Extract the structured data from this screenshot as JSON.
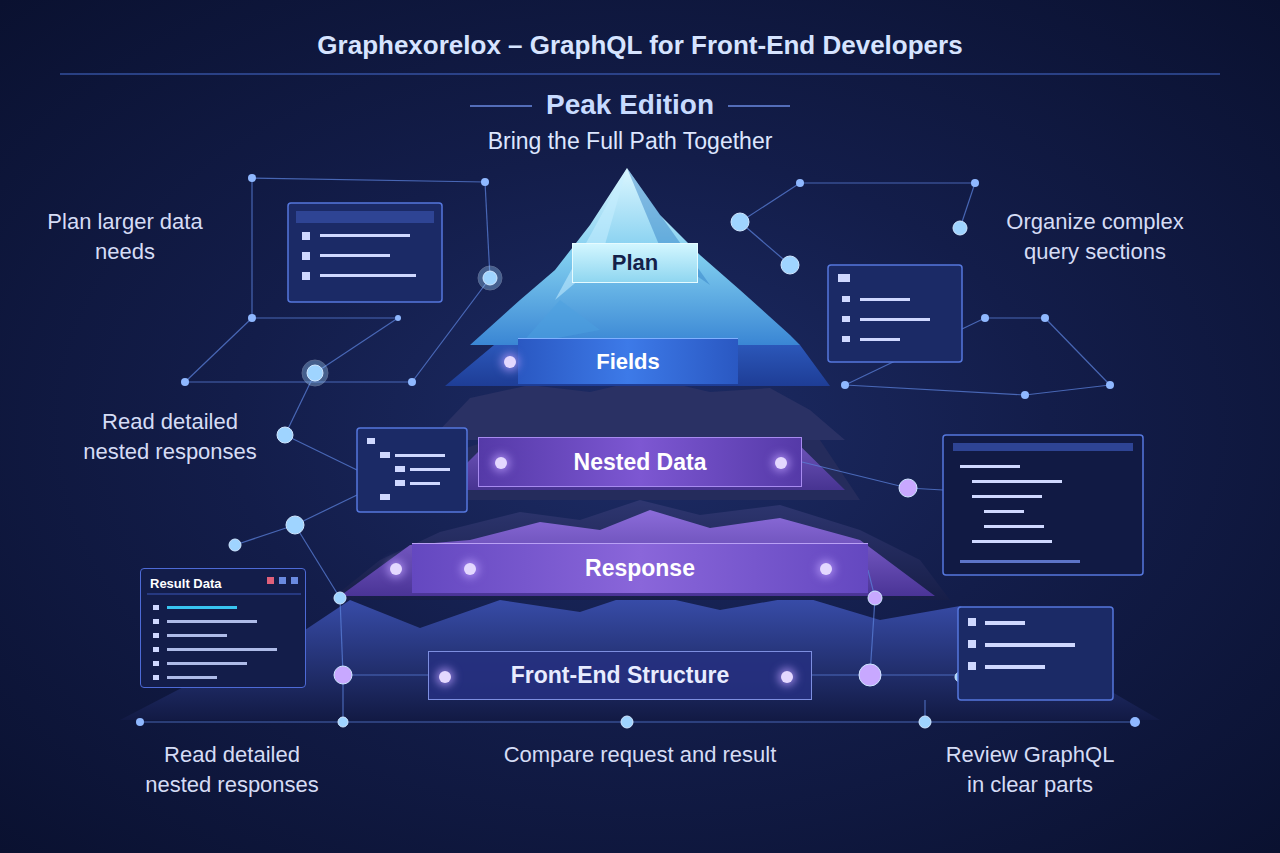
{
  "diagram": {
    "title": "Graphexorelox – GraphQL for Front-End Developers",
    "nodes": [
      {
        "text": [
          "Plan"
        ]
      },
      {
        "text": [
          "Fields"
        ]
      },
      {
        "text": [
          "Nested Data"
        ]
      },
      {
        "text": [
          "Response"
        ]
      },
      {
        "text": [
          "Front-End Structure"
        ]
      },
      {
        "text": [
          "Result Data"
        ]
      }
    ],
    "labels": [
      "Peak Edition",
      "Bring the Full Path Together",
      "Plan larger data needs",
      "Organize complex query sections",
      "Read detailed nested responses",
      "Read detailed nested responses",
      "Compare request and result",
      "Review GraphQL in clear parts"
    ]
  }
}
